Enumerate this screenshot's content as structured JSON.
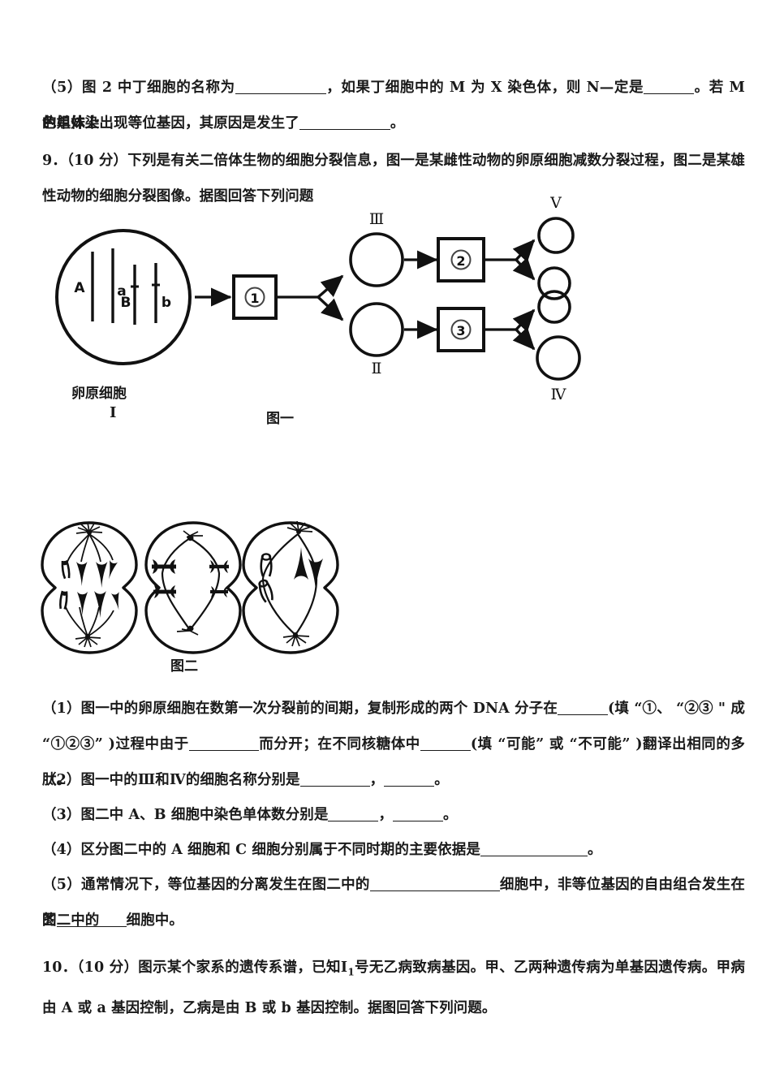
{
  "document": {
    "type": "biology-exam-worksheet",
    "language": "zh-CN"
  },
  "carryover_question": {
    "label": "（5）",
    "line1_a": "图 2 中丁细胞的名称为",
    "line1_b": "，如果丁细胞中的 M 为 X 染色体，则 N—定是",
    "line1_c": "。若 M 的姐妹染",
    "line2_a": "色单体上出现等位基因，其原因是发生了",
    "line2_b": "。"
  },
  "question9": {
    "number": "9．",
    "marks": "（10 分）",
    "stem": "下列是有关二倍体生物的细胞分裂信息，图一是某雌性动物的卵原细胞减数分裂过程，图二是某雄性动物的细胞分裂图像。据图回答下列问题",
    "figure_one": {
      "caption": "图一",
      "oocyte_label": "卵原细胞",
      "oocyte_numeral": "Ⅰ",
      "gene_labels": [
        "A",
        "a",
        "B",
        "b"
      ],
      "process_boxes": [
        "①",
        "②",
        "③"
      ],
      "cell_numerals": {
        "source": "Ⅰ",
        "upper_daughter": "Ⅲ",
        "lower_daughter": "Ⅱ",
        "upper_product": "Ⅴ",
        "lower_product": "Ⅳ"
      }
    },
    "figure_two": {
      "caption": "图二",
      "cells": [
        {
          "id": "A",
          "stage": "anaphase-mitosis",
          "chromosome_count": 8
        },
        {
          "id": "B",
          "stage": "metaphase-meiosis-I",
          "chromosome_count": 4
        },
        {
          "id": "C",
          "stage": "anaphase-meiosis-II",
          "chromosome_count": 4
        }
      ]
    },
    "sub_questions": [
      {
        "label": "（1）",
        "parts": [
          "图一中的卵原细胞在数第一次分裂前的间期，复制形成的两个 DNA 分子在",
          "(填 “①、 “②③ \" 成 “①②③” )过程中由于",
          "而分开；在不同核糖体中",
          "(填 “可能” 或 “不可能” )翻译出相同的多肽。"
        ]
      },
      {
        "label": "（2）",
        "parts": [
          "图一中的Ⅲ和Ⅳ的细胞名称分别是",
          "，",
          "。"
        ]
      },
      {
        "label": "（3）",
        "parts": [
          "图二中 A、B 细胞中染色单体数分别是",
          "，",
          "。"
        ]
      },
      {
        "label": "（4）",
        "parts": [
          "区分图二中的 A 细胞和 C 细胞分别属于不同时期的主要依据是",
          "。"
        ]
      },
      {
        "label": "（5）",
        "parts": [
          "通常情况下，等位基因的分离发生在图二中的",
          "细胞中，非等位基因的自由组合发生在图二中的",
          "细胞中。"
        ]
      }
    ]
  },
  "question10": {
    "number": "10．",
    "marks": "（10 分）",
    "stem_a": "图示某个家系的遗传系谱，已知Ⅰ",
    "stem_sub": "1",
    "stem_b": "号无乙病致病基因。甲、乙两种遗传病为单基因遗传病。甲病由 A 或 a 基因控制，乙病是由 B 或 b 基因控制。据图回答下列问题。"
  },
  "colors": {
    "ink": "#1a1a1a",
    "paper": "#ffffff"
  }
}
